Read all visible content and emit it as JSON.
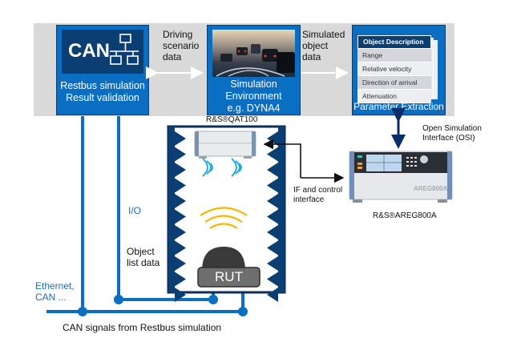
{
  "colors": {
    "band": "#d9d9d9",
    "box_blue": "#0a6fc2",
    "box_dark": "#0b3f74",
    "line_blue": "#0a6fc2",
    "wave_blue": "#29a9e0",
    "wave_yellow": "#f5b800",
    "rut_gray": "#6e6e6e"
  },
  "top_row": {
    "restbus_box": {
      "logo_text": "CAN",
      "icon": "network-topology-icon",
      "line1": "Restbus simulation",
      "line2": "Result validation"
    },
    "driving_arrow_label": [
      "Driving",
      "scenario",
      "data"
    ],
    "simulation_box": {
      "image": "road-traffic-photo",
      "line1": "Simulation",
      "line2": "Environment",
      "line3": "e.g. DYNA4"
    },
    "simulated_arrow_label": [
      "Simulated",
      "object",
      "data"
    ],
    "parameter_box": {
      "table_title": "Object Description",
      "rows": [
        "Range",
        "Relative velocity",
        "Direction of arrival",
        "Attenuation"
      ],
      "label": "Parameter Extraction"
    }
  },
  "chamber": {
    "antenna_label": "R&S®QAT100",
    "rut_label": "RUT"
  },
  "instrument": {
    "model_badge": "AREG800A",
    "label": "R&S®AREG800A"
  },
  "labels": {
    "osi": [
      "Open Simulation",
      "Interface (OSI)"
    ],
    "if_control": [
      "IF and control",
      "interface"
    ],
    "io": "I/O",
    "object_list": [
      "Object",
      "list data"
    ],
    "ethernet": [
      "Ethernet,",
      "CAN ..."
    ],
    "can_signals": "CAN signals from Restbus simulation"
  }
}
